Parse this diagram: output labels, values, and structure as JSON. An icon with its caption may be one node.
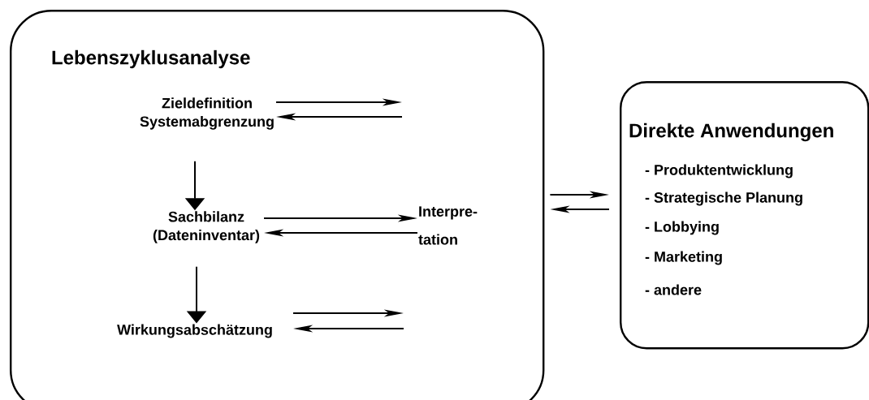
{
  "diagram": {
    "nodes": [
      {
        "text": [
          "Lebenszyklusanalyse"
        ]
      },
      {
        "text": [
          "Zieldefinition Systemabgrenzung"
        ],
        "in": 0
      },
      {
        "text": [
          "Sachbilanz (Dateninventar)"
        ],
        "in": 0
      },
      {
        "text": [
          "Wirkungsabschätzung"
        ],
        "in": 0
      },
      {
        "text": [
          "Interpre- tation"
        ],
        "in": 0
      },
      {
        "text": [
          "Direkte Anwendungen",
          "- Produktentwicklung",
          "- Strategische Planung",
          "- Lobbying",
          "- Marketing",
          "- andere"
        ]
      }
    ],
    "edges": [
      {
        "from": 1,
        "to": 2,
        "arrow": "to"
      },
      {
        "from": 2,
        "to": 3,
        "arrow": "to"
      },
      {
        "from": 1,
        "to": null,
        "arrow": "to"
      },
      {
        "from": null,
        "to": 1,
        "arrow": "to"
      },
      {
        "from": 2,
        "to": 4,
        "arrow": "to"
      },
      {
        "from": 4,
        "to": 2,
        "arrow": "to"
      },
      {
        "from": 3,
        "to": null,
        "arrow": "to"
      },
      {
        "from": null,
        "to": 3,
        "arrow": "to"
      },
      {
        "from": 0,
        "to": 5,
        "arrow": "to"
      },
      {
        "from": 5,
        "to": 0,
        "arrow": "to"
      }
    ]
  }
}
